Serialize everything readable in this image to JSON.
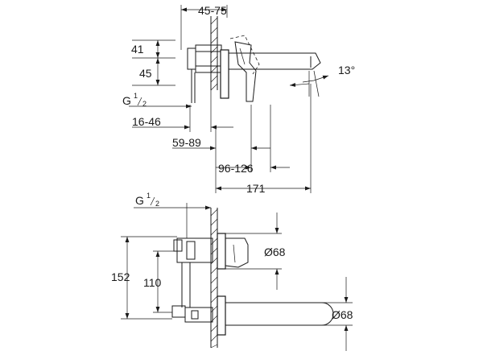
{
  "side_view": {
    "dim_wall_depth": "45-75",
    "dim_lever_height": "41",
    "dim_body_height": "45",
    "thread_g": "G",
    "thread_num": "1",
    "thread_den": "2",
    "dim_cover": "16-46",
    "dim_body_offset": "59-89",
    "dim_handle_reach": "96-126",
    "dim_spout_length": "171",
    "angle": "13°"
  },
  "front_view": {
    "thread_g": "G",
    "thread_num": "1",
    "thread_den": "2",
    "dim_total_height": "152",
    "dim_center_distance": "110",
    "dim_plate_upper": "Ø68",
    "dim_plate_lower": "Ø68"
  }
}
